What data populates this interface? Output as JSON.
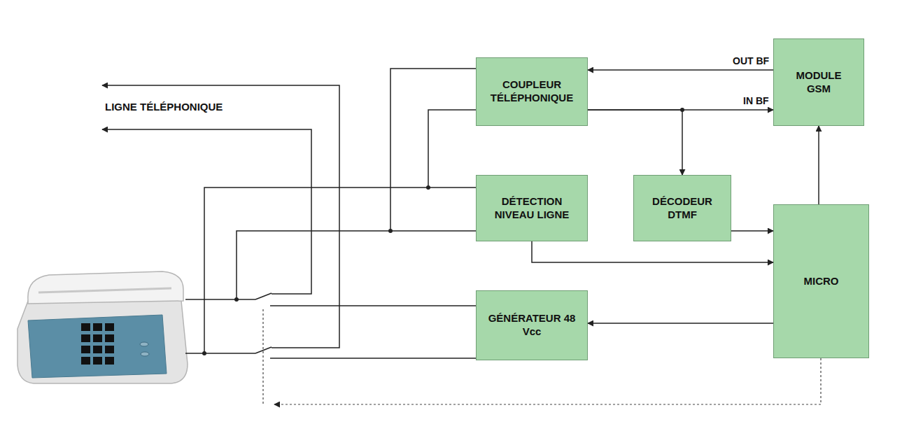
{
  "diagram": {
    "nodes": [
      {
        "text": [
          "COUPLEUR TÉLÉPHONIQUE"
        ]
      },
      {
        "text": [
          "MODULE GSM"
        ]
      },
      {
        "text": [
          "DÉTECTION NIVEAU LIGNE"
        ]
      },
      {
        "text": [
          "DÉCODEUR DTMF"
        ]
      },
      {
        "text": [
          "MICRO"
        ]
      },
      {
        "text": [
          "GÉNÉRATEUR 48 Vcc"
        ]
      }
    ],
    "edges": [
      {
        "from": 1,
        "to": 0,
        "arrow": "to",
        "label": "OUT BF"
      },
      {
        "from": 0,
        "to": 1,
        "arrow": "to",
        "label": "IN BF"
      },
      {
        "from": 0,
        "to": 3,
        "arrow": "to"
      },
      {
        "from": 3,
        "to": 4,
        "arrow": "to"
      },
      {
        "from": 2,
        "to": 4,
        "arrow": "to"
      },
      {
        "from": 4,
        "to": 1,
        "arrow": "to"
      },
      {
        "from": 4,
        "to": 5,
        "arrow": "to"
      }
    ],
    "labels": [
      "LIGNE TÉLÉPHONIQUE"
    ]
  }
}
